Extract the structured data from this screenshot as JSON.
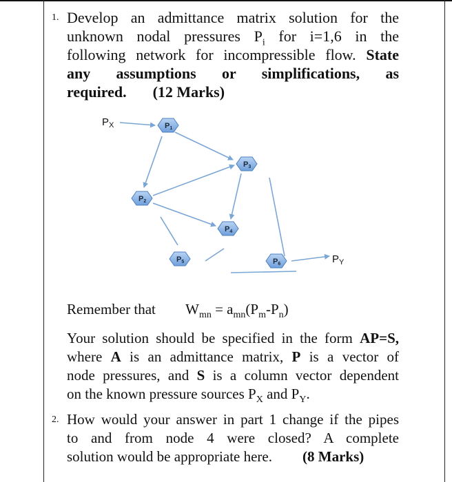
{
  "question1": {
    "number": "1.",
    "line1": {
      "a": "Develop an admittance matrix solution for the"
    },
    "line2": {
      "a": "unknown nodal pressures P",
      "sub": "i",
      "b": " for i=1,6 in the"
    },
    "line3": {
      "a": "following network for incompressible flow.",
      "b": "State"
    },
    "line4": {
      "a": "any assumptions or simplifications, as"
    },
    "line5": {
      "a": "required.",
      "b": "(12 Marks)"
    }
  },
  "diagram": {
    "source_x": {
      "main": "P",
      "sub": "X"
    },
    "sink_y": {
      "main": "P",
      "sub": "Y"
    },
    "nodes": [
      {
        "main": "P",
        "sub": "1"
      },
      {
        "main": "P",
        "sub": "2"
      },
      {
        "main": "P",
        "sub": "3"
      },
      {
        "main": "P",
        "sub": "4"
      },
      {
        "main": "P",
        "sub": "5"
      },
      {
        "main": "P",
        "sub": "6"
      }
    ],
    "colors": {
      "node_fill": "#8fb8e8",
      "node_stroke": "#4a7fc0",
      "edge": "#7aa6d6"
    }
  },
  "formula": {
    "remember": "Remember that",
    "W": "W",
    "W_sub": "mn",
    "equals": " = a",
    "a_sub": "mn",
    "open": "(P",
    "pm_sub": "m",
    "minus": "-P",
    "pn_sub": "n",
    "close": ")"
  },
  "solution_text": {
    "line1": {
      "a": "Your solution should be specified in the form",
      "b": "AP=S,"
    },
    "line2": {
      "a": "where",
      "b": "A",
      "c": "is an admittance matrix,",
      "d": "P",
      "e": "is a vector of"
    },
    "line3": {
      "a": "node pressures, and",
      "b": "S",
      "c": "is a column vector dependent"
    },
    "line4": {
      "a": "on the known pressure sources P",
      "sub1": "X",
      "b": " and P",
      "sub2": "Y",
      "c": "."
    }
  },
  "question2": {
    "number": "2.",
    "line1": {
      "a": "How would your answer in part 1 change if the pipes"
    },
    "line2": {
      "a": "to and from node 4 were closed? A complete"
    },
    "line3": {
      "a": "solution would be appropriate here.",
      "b": "(8 Marks)"
    }
  }
}
